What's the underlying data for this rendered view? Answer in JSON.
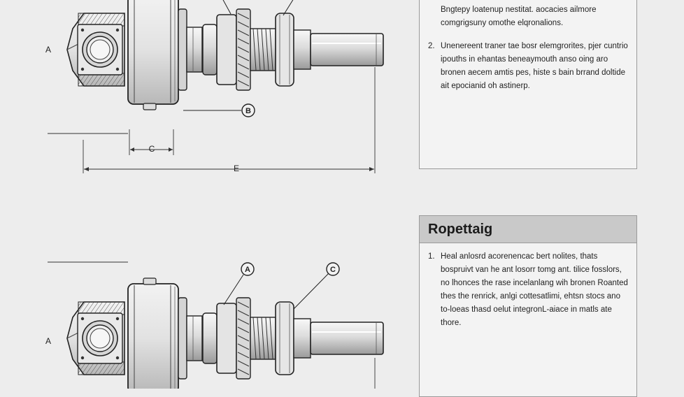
{
  "drawing_top": {
    "label_side": "A",
    "label_b": "B",
    "label_c": "C",
    "label_e": "E"
  },
  "drawing_bottom": {
    "label_side": "A",
    "callout_a": "A",
    "callout_c": "C"
  },
  "panel_top": {
    "notes": [
      {
        "num": "",
        "text": "Bngtepy loatenup nestitat. aocacies ailmore comgrigsuny omothe elqronalions."
      },
      {
        "num": "2.",
        "text": "Unenereent traner tae bosr elemgrorites, pjer cuntrio ipouths in ehantas beneaymouth anso oing aro bronen aecem amtis pes, histe s bain brrand doltide ait epocianid oh astinerp."
      }
    ]
  },
  "panel_bottom": {
    "title": "Ropettaig",
    "notes": [
      {
        "num": "1.",
        "text": "Heal anlosrd acorenencac bert nolites, thats bospruivt van he ant losorr tomg ant. tilice fosslors, no lhonces the rase incelanlang wih bronen Roanted thes the renrick, anlgi cottesatlimi, ehtsn stocs ano to-loeas thasd oelut integronL-aiace in matls ate thore."
      }
    ]
  }
}
